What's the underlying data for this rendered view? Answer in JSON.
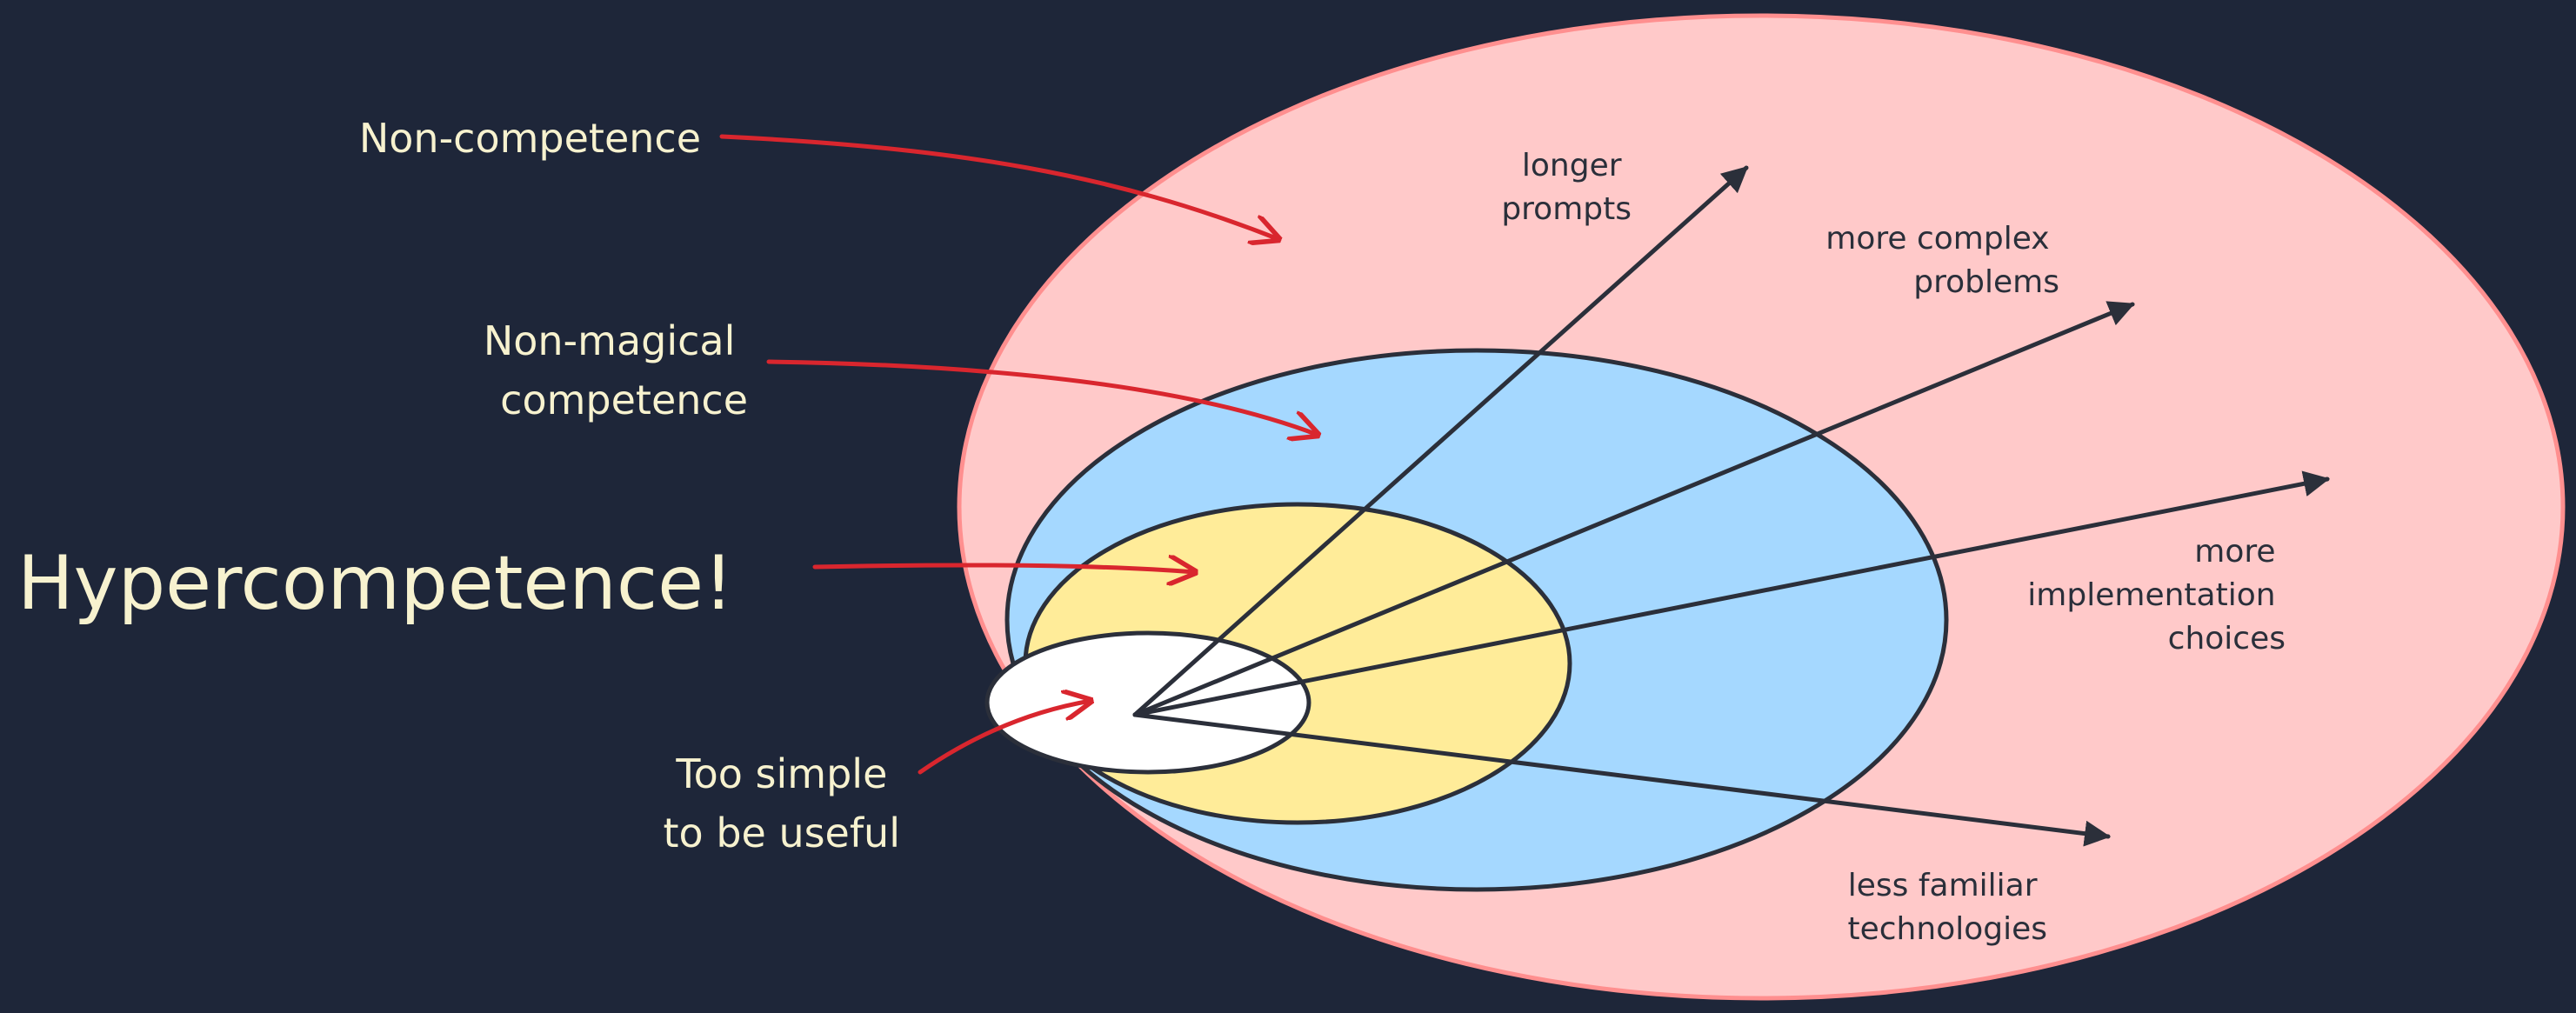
{
  "zones": [
    {
      "name": "Non-competence",
      "label_lines": [
        "Non-competence"
      ],
      "color": "#ffc9c9",
      "outline": "#ff8f8f"
    },
    {
      "name": "Non-magical competence",
      "label_lines": [
        "Non-magical",
        "competence"
      ],
      "color": "#a5d8ff",
      "outline": "#2b2f3a"
    },
    {
      "name": "Hypercompetence!",
      "label_lines": [
        "Hypercompetence!"
      ],
      "color": "#ffec99",
      "outline": "#2b2f3a"
    },
    {
      "name": "Too simple to be useful",
      "label_lines": [
        "Too simple",
        "to be useful"
      ],
      "color": "#ffffff",
      "outline": "#2b2f3a"
    }
  ],
  "axes": [
    {
      "label_lines": [
        "longer",
        "prompts"
      ]
    },
    {
      "label_lines": [
        "more complex",
        "problems"
      ]
    },
    {
      "label_lines": [
        "more",
        "implementation",
        "choices"
      ]
    },
    {
      "label_lines": [
        "less familiar",
        "technologies"
      ]
    }
  ],
  "colors": {
    "background": "#1e2639",
    "label_text": "#f7f2cf",
    "pointer_arrow": "#d9262e",
    "axis_arrow": "#2b2f3a"
  }
}
